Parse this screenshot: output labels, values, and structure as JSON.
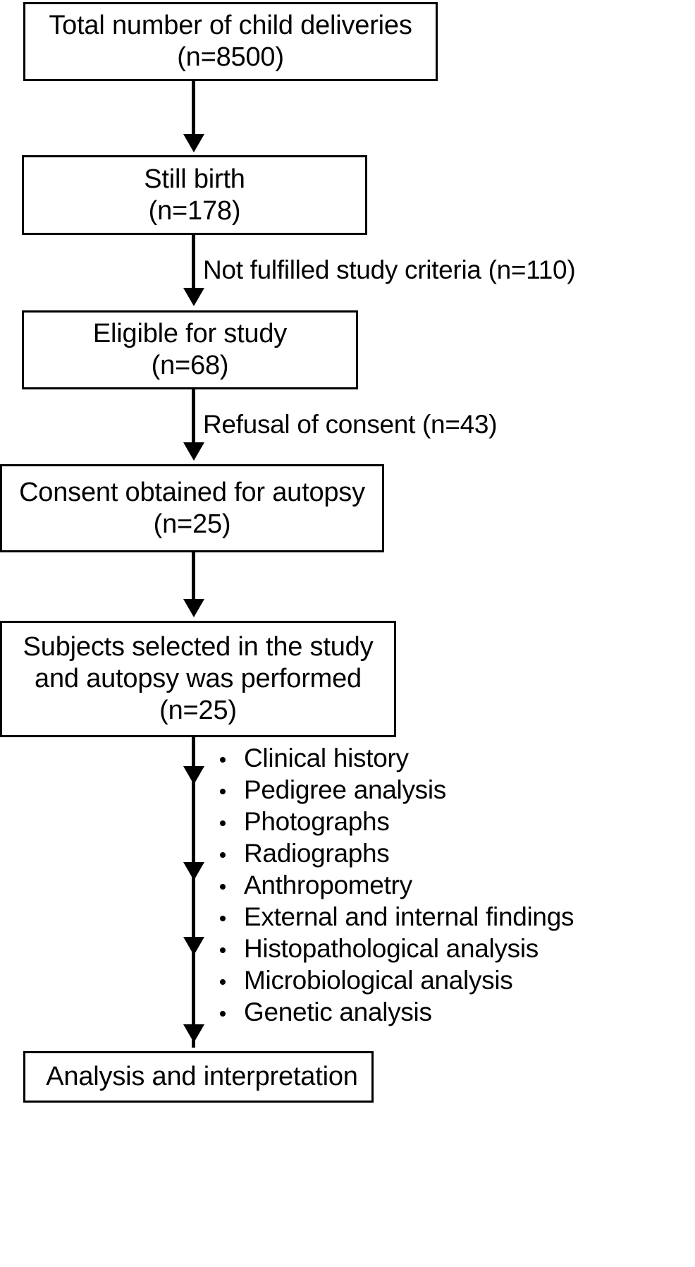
{
  "diagram": {
    "title": "Study flow diagram of child deliveries and autopsy selection",
    "type": "flowchart",
    "nodes": [
      {
        "id": "total",
        "lines": [
          "Total number of child deliveries",
          "(n=8500)"
        ],
        "label": "Total number of child deliveries (n=8500)",
        "count": 8500
      },
      {
        "id": "stillbirth",
        "lines": [
          "Still birth",
          "(n=178)"
        ],
        "label": "Still birth (n=178)",
        "count": 178
      },
      {
        "id": "eligible",
        "lines": [
          "Eligible for study",
          "(n=68)"
        ],
        "label": "Eligible for study (n=68)",
        "count": 68
      },
      {
        "id": "consent",
        "lines": [
          "Consent obtained for autopsy",
          "(n=25)"
        ],
        "label": "Consent obtained for autopsy (n=25)",
        "count": 25
      },
      {
        "id": "subjects",
        "lines": [
          "Subjects selected in the study",
          "and autopsy was performed",
          "(n=25)"
        ],
        "label": "Subjects selected in the study and autopsy was performed (n=25)",
        "count": 25
      },
      {
        "id": "analysis",
        "lines": [
          "Analysis and interpretation"
        ],
        "label": "Analysis and interpretation"
      }
    ],
    "edge_labels": [
      {
        "id": "criteria",
        "text": "Not fulfilled study criteria (n=110)",
        "count": 110
      },
      {
        "id": "refusal",
        "text": "Refusal of consent (n=43)",
        "count": 43
      }
    ],
    "procedures": [
      "Clinical history",
      "Pedigree analysis",
      "Photographs",
      "Radiographs",
      "Anthropometry",
      "External and internal findings",
      "Histopathological analysis",
      "Microbiological analysis",
      "Genetic analysis"
    ],
    "colors": {
      "background": "#ffffff",
      "stroke": "#000000",
      "text": "#000000"
    }
  }
}
